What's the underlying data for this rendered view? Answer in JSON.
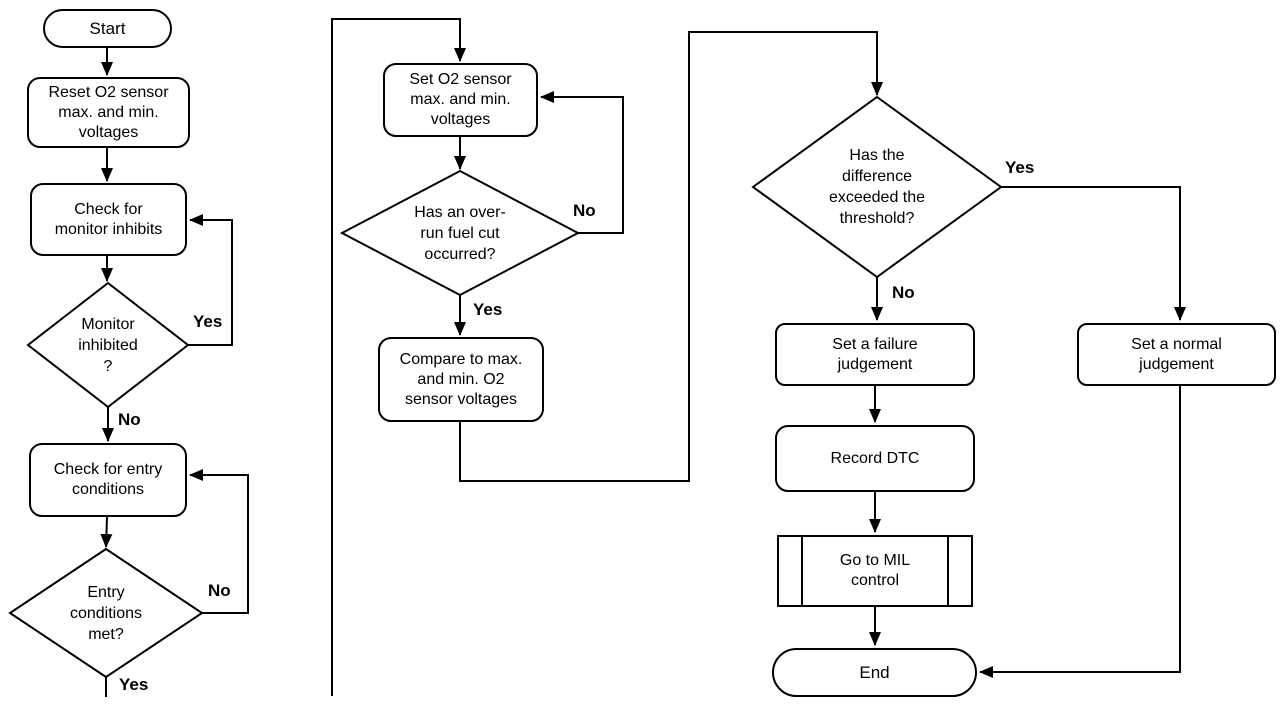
{
  "colors": {
    "line": "#000000",
    "fill": "#ffffff",
    "text": "#000000"
  },
  "nodes": {
    "start": {
      "label": "Start",
      "shape": "terminator"
    },
    "reset_voltages": {
      "label": "Reset O2 sensor\nmax. and min.\nvoltages",
      "shape": "process"
    },
    "check_monitor_inhibits": {
      "label": "Check for\nmonitor inhibits",
      "shape": "process"
    },
    "monitor_inhibited": {
      "label": "Monitor\ninhibited\n?",
      "shape": "decision"
    },
    "check_entry_conditions": {
      "label": "Check for entry\nconditions",
      "shape": "process"
    },
    "entry_conditions_met": {
      "label": "Entry\nconditions\nmet?",
      "shape": "decision"
    },
    "set_voltages": {
      "label": "Set O2 sensor\nmax. and min.\nvoltages",
      "shape": "process"
    },
    "overrun_fuel_cut": {
      "label": "Has an over-\nrun fuel cut\noccurred?",
      "shape": "decision"
    },
    "compare_voltages": {
      "label": "Compare to max.\nand min. O2\nsensor voltages",
      "shape": "process"
    },
    "difference_exceeded": {
      "label": "Has the\ndifference\nexceeded the\nthreshold?",
      "shape": "decision"
    },
    "set_failure_judgement": {
      "label": "Set a failure\njudgement",
      "shape": "process"
    },
    "record_dtc": {
      "label": "Record DTC",
      "shape": "process"
    },
    "go_to_mil_control": {
      "label": "Go to MIL\ncontrol",
      "shape": "predefined-process"
    },
    "end": {
      "label": "End",
      "shape": "terminator"
    },
    "set_normal_judgement": {
      "label": "Set a normal\njudgement",
      "shape": "process"
    }
  },
  "edge_labels": {
    "monitor_inhibited_yes": "Yes",
    "monitor_inhibited_no": "No",
    "entry_conditions_no": "No",
    "entry_conditions_yes": "Yes",
    "overrun_no": "No",
    "overrun_yes": "Yes",
    "difference_yes": "Yes",
    "difference_no": "No"
  }
}
